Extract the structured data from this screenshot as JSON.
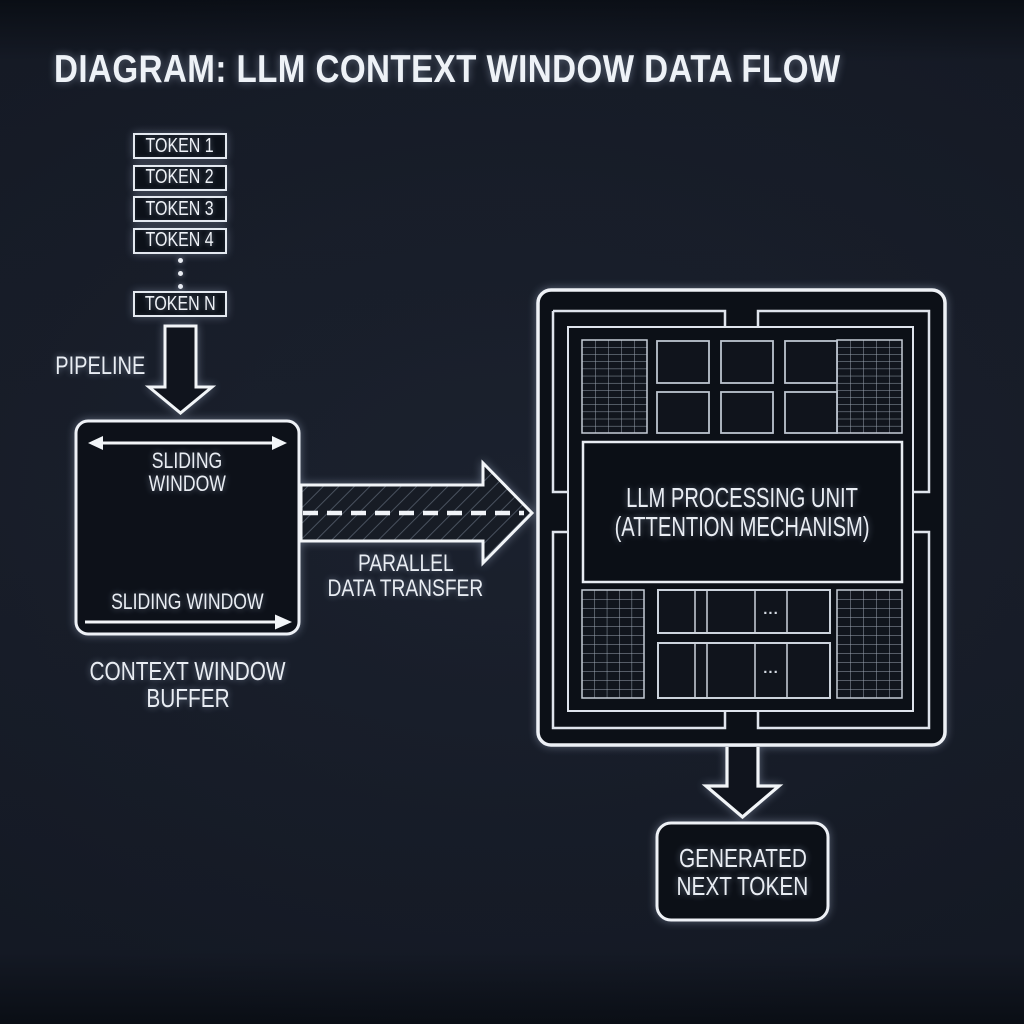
{
  "title": "DIAGRAM: LLM CONTEXT WINDOW DATA FLOW",
  "token_stack": {
    "tokens": [
      "TOKEN 1",
      "TOKEN 2",
      "TOKEN 3",
      "TOKEN 4"
    ],
    "token_n": "TOKEN N"
  },
  "pipeline": {
    "label": "PIPELINE"
  },
  "buffer": {
    "top_label_line1": "SLIDING",
    "top_label_line2": "WINDOW",
    "bottom_label": "SLIDING WINDOW",
    "caption_line1": "CONTEXT WINDOW",
    "caption_line2": "BUFFER"
  },
  "transfer": {
    "label_line1": "PARALLEL",
    "label_line2": "DATA TRANSFER"
  },
  "processor": {
    "label_line1": "LLM PROCESSING UNIT",
    "label_line2": "(ATTENTION MECHANISM)",
    "bank_dots": "..."
  },
  "output": {
    "label_line1": "GENERATED",
    "label_line2": "NEXT TOKEN"
  },
  "colors": {
    "background": "#151a25",
    "panel_fill": "#0c1018",
    "stroke": "#eef1f6",
    "text": "#e9edf3",
    "grid_line": "#9aa4b1",
    "hatch_line": "#6b7484"
  }
}
